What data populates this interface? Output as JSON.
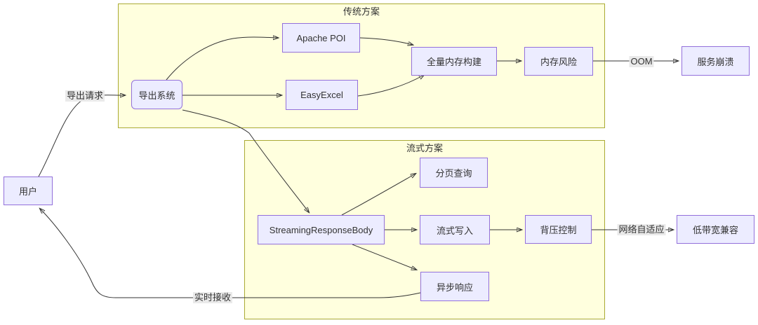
{
  "diagram": {
    "type": "flowchart",
    "clusters": [
      {
        "id": "traditional",
        "label": "传统方案"
      },
      {
        "id": "streaming",
        "label": "流式方案"
      }
    ],
    "nodes": [
      {
        "id": "user",
        "label": "用户"
      },
      {
        "id": "export-system",
        "label": "导出系统"
      },
      {
        "id": "apache-poi",
        "label": "Apache POI"
      },
      {
        "id": "easyexcel",
        "label": "EasyExcel"
      },
      {
        "id": "full-memory-build",
        "label": "全量内存构建"
      },
      {
        "id": "memory-risk",
        "label": "内存风险"
      },
      {
        "id": "service-crash",
        "label": "服务崩溃"
      },
      {
        "id": "pagination-query",
        "label": "分页查询"
      },
      {
        "id": "streaming-response-body",
        "label": "StreamingResponseBody"
      },
      {
        "id": "stream-write",
        "label": "流式写入"
      },
      {
        "id": "backpressure-control",
        "label": "背压控制"
      },
      {
        "id": "low-bandwidth-compat",
        "label": "低带宽兼容"
      },
      {
        "id": "async-response",
        "label": "异步响应"
      }
    ],
    "edge_labels": [
      {
        "id": "export-request",
        "label": "导出请求"
      },
      {
        "id": "oom",
        "label": "OOM"
      },
      {
        "id": "network-adaptive",
        "label": "网络自适应"
      },
      {
        "id": "realtime-receive",
        "label": "实时接收"
      }
    ],
    "edges": [
      {
        "from": "用户",
        "to": "导出系统",
        "label": "导出请求"
      },
      {
        "from": "导出系统",
        "to": "Apache POI",
        "label": ""
      },
      {
        "from": "导出系统",
        "to": "EasyExcel",
        "label": ""
      },
      {
        "from": "Apache POI",
        "to": "全量内存构建",
        "label": ""
      },
      {
        "from": "EasyExcel",
        "to": "全量内存构建",
        "label": ""
      },
      {
        "from": "全量内存构建",
        "to": "内存风险",
        "label": ""
      },
      {
        "from": "内存风险",
        "to": "服务崩溃",
        "label": "OOM"
      },
      {
        "from": "导出系统",
        "to": "StreamingResponseBody",
        "label": ""
      },
      {
        "from": "StreamingResponseBody",
        "to": "分页查询",
        "label": ""
      },
      {
        "from": "StreamingResponseBody",
        "to": "流式写入",
        "label": ""
      },
      {
        "from": "StreamingResponseBody",
        "to": "异步响应",
        "label": ""
      },
      {
        "from": "流式写入",
        "to": "背压控制",
        "label": ""
      },
      {
        "from": "背压控制",
        "to": "低带宽兼容",
        "label": "网络自适应"
      },
      {
        "from": "异步响应",
        "to": "用户",
        "label": "实时接收"
      }
    ],
    "colors": {
      "node_fill": "#ECECFF",
      "node_border": "#9370DB",
      "cluster_fill": "#FFFFDE",
      "cluster_border": "#AAAA33",
      "edge_line": "#333333",
      "edge_label_bg": "#E8E8E8",
      "text": "#333333",
      "background": "#FFFFFF"
    }
  }
}
